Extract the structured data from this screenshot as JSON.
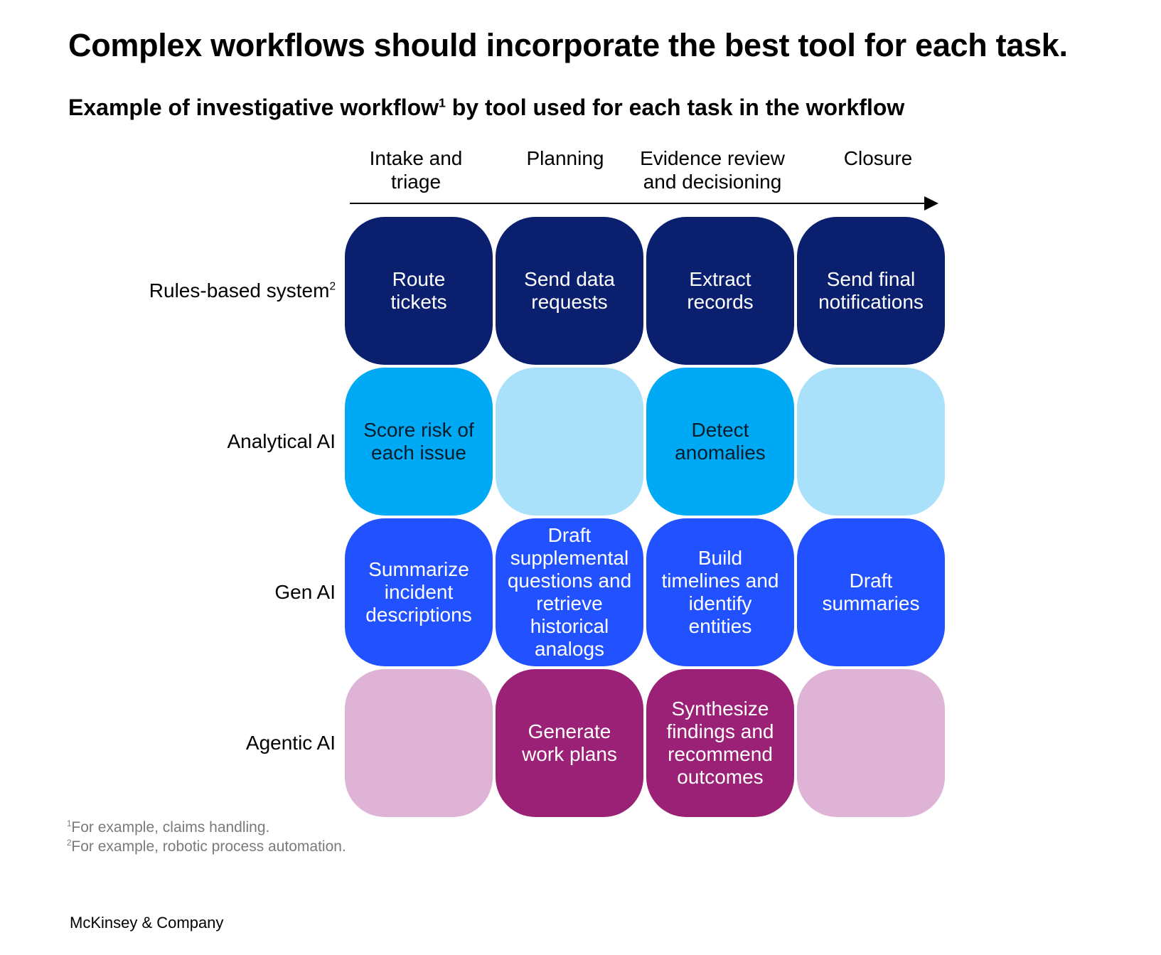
{
  "title": "Complex workflows should incorporate the best tool for each task.",
  "subtitle": {
    "text_before": "Example of investigative workflow",
    "sup": "1",
    "text_after": " by tool used for each task in the workflow"
  },
  "stages": [
    "Intake and\ntriage",
    "Planning",
    "Evidence review\nand decisioning",
    "Closure"
  ],
  "rows": [
    {
      "label": "Rules-based system",
      "sup": "2",
      "cells": [
        {
          "text": "Route\ntickets",
          "color": "#0a1f6e",
          "text_color": "#ffffff"
        },
        {
          "text": "Send data\nrequests",
          "color": "#0a1f6e",
          "text_color": "#ffffff"
        },
        {
          "text": "Extract\nrecords",
          "color": "#0a1f6e",
          "text_color": "#ffffff"
        },
        {
          "text": "Send final\nnotifications",
          "color": "#0a1f6e",
          "text_color": "#ffffff"
        }
      ]
    },
    {
      "label": "Analytical AI",
      "sup": "",
      "cells": [
        {
          "text": "Score risk of\neach issue",
          "color": "#00a9f4",
          "text_color": "#051c2c"
        },
        {
          "text": "",
          "color": "#a9e0fa",
          "text_color": "#051c2c"
        },
        {
          "text": "Detect\nanomalies",
          "color": "#00a9f4",
          "text_color": "#051c2c"
        },
        {
          "text": "",
          "color": "#a9e0fa",
          "text_color": "#051c2c"
        }
      ]
    },
    {
      "label": "Gen AI",
      "sup": "",
      "cells": [
        {
          "text": "Summarize\nincident\ndescriptions",
          "color": "#2251ff",
          "text_color": "#ffffff"
        },
        {
          "text": "Draft\nsupplemental\nquestions and\nretrieve\nhistorical\nanalogs",
          "color": "#2251ff",
          "text_color": "#ffffff"
        },
        {
          "text": "Build\ntimelines and\nidentify\nentities",
          "color": "#2251ff",
          "text_color": "#ffffff"
        },
        {
          "text": "Draft\nsummaries",
          "color": "#2251ff",
          "text_color": "#ffffff"
        }
      ]
    },
    {
      "label": "Agentic AI",
      "sup": "",
      "cells": [
        {
          "text": "",
          "color": "#deb3d6",
          "text_color": "#ffffff"
        },
        {
          "text": "Generate\nwork plans",
          "color": "#9b2177",
          "text_color": "#ffffff"
        },
        {
          "text": "Synthesize\nfindings and\nrecommend\noutcomes",
          "color": "#9b2177",
          "text_color": "#ffffff"
        },
        {
          "text": "",
          "color": "#deb3d6",
          "text_color": "#ffffff"
        }
      ]
    }
  ],
  "footnotes": [
    {
      "sup": "1",
      "text": "For example, claims handling."
    },
    {
      "sup": "2",
      "text": "For example, robotic process automation."
    }
  ],
  "brand": "McKinsey & Company"
}
